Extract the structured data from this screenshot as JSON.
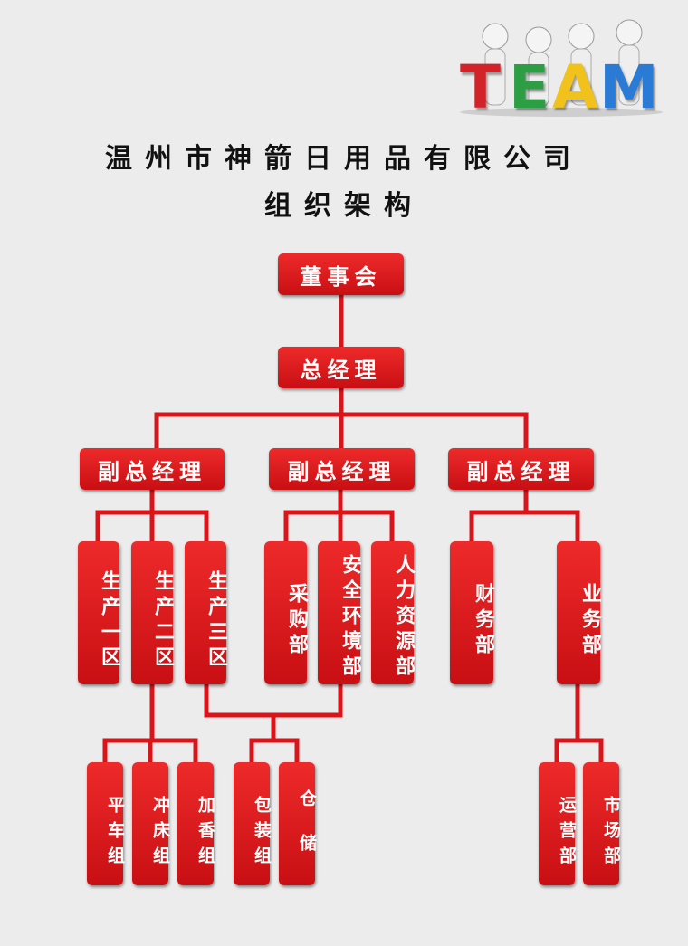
{
  "logo": {
    "letters": [
      "T",
      "E",
      "A",
      "M"
    ],
    "colors": [
      "#d2232a",
      "#2e9e45",
      "#f1c21b",
      "#2a7bd6"
    ]
  },
  "title": {
    "line1": "温州市神箭日用品有限公司",
    "line2": "组织架构"
  },
  "colors": {
    "box": "#d9141b",
    "line": "#d9141b"
  },
  "org": {
    "board": "董事会",
    "gm": "总经理",
    "vp": [
      "副总经理",
      "副总经理",
      "副总经理"
    ],
    "depts": [
      "生产一区",
      "生产二区",
      "生产三区",
      "采购部",
      "安全环境部",
      "人力资源部",
      "财务部",
      "业务部"
    ],
    "groups": [
      "平车组",
      "冲床组",
      "加香组",
      "包装组",
      "仓储",
      "运营部",
      "市场部"
    ]
  }
}
